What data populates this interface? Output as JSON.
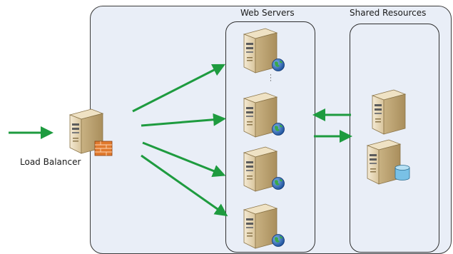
{
  "labels": {
    "web_servers": "Web Servers",
    "shared_resources": "Shared Resources",
    "load_balancer": "Load Balancer"
  },
  "icons": {
    "server": "server-icon",
    "globe": "globe-icon",
    "firewall": "firewall-icon",
    "database": "database-icon"
  },
  "colors": {
    "arrow": "#1e9b3f",
    "panel": "#e9eef7",
    "server_body": "#e8d9b8",
    "globe": "#2a67b8",
    "database": "#79c1e6",
    "firewall": "#e07a2e"
  }
}
